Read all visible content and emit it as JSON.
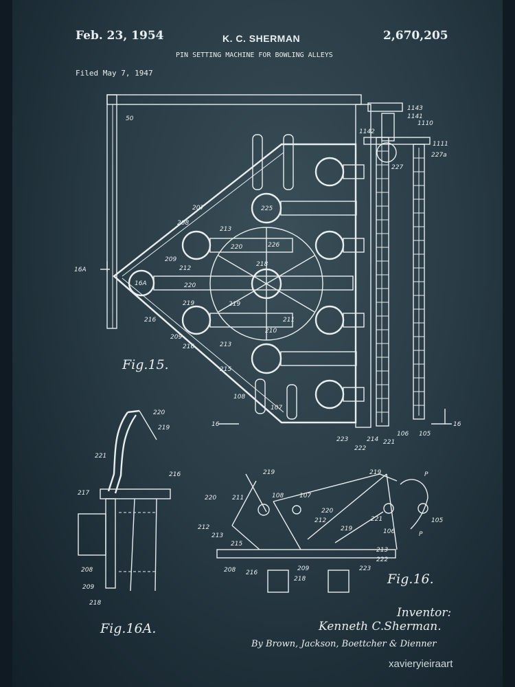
{
  "header": {
    "date": "Feb. 23, 1954",
    "inventor_short": "K. C. SHERMAN",
    "patent_number": "2,670,205",
    "title": "PIN SETTING MACHINE FOR BOWLING ALLEYS",
    "filed": "Filed May 7, 1947"
  },
  "figures": {
    "fig15": "Fig.15.",
    "fig16": "Fig.16.",
    "fig16a": "Fig.16A."
  },
  "inventor_block": {
    "label": "Inventor:",
    "name": "Kenneth C.Sherman.",
    "attorneys": "By Brown, Jackson, Boettcher & Dienner"
  },
  "watermark": "xavieryieiraart",
  "colors": {
    "background": "#2a3c46",
    "ink": "#e8eef0"
  },
  "reference_numerals": {
    "fig15": [
      "50",
      "207",
      "208",
      "209",
      "212",
      "213",
      "220",
      "225",
      "226",
      "218",
      "219",
      "211",
      "210",
      "16A",
      "216",
      "215",
      "108",
      "107",
      "1142",
      "1143",
      "1141",
      "1110",
      "1111",
      "227",
      "227a",
      "16",
      "223",
      "214",
      "222",
      "221",
      "106",
      "105"
    ],
    "fig16a": [
      "220",
      "219",
      "221",
      "216",
      "217",
      "208",
      "209",
      "218"
    ],
    "fig16": [
      "219",
      "220",
      "211",
      "108",
      "107",
      "212",
      "213",
      "215",
      "208",
      "216",
      "209",
      "218",
      "220",
      "212",
      "219",
      "221",
      "106",
      "105",
      "223",
      "222",
      "213",
      "P"
    ]
  }
}
